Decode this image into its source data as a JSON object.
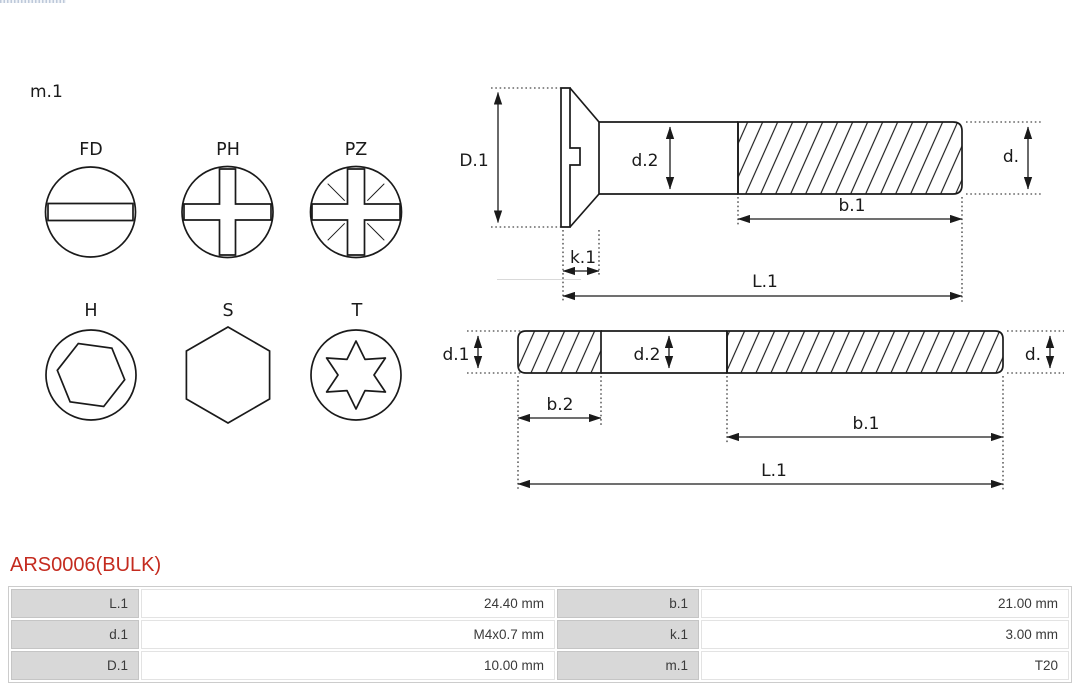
{
  "part_number": "ARS0006(BULK)",
  "m1_label": "m.1",
  "colors": {
    "accent_red": "#c42b1f",
    "table_label_bg": "#d8d8d8",
    "drawing_line": "#1a1a1a"
  },
  "drive_type_icons": [
    {
      "code": "FD",
      "name": "flat-drive-slotted"
    },
    {
      "code": "PH",
      "name": "phillips"
    },
    {
      "code": "PZ",
      "name": "pozidriv"
    },
    {
      "code": "H",
      "name": "hex-socket"
    },
    {
      "code": "S",
      "name": "hex-external"
    },
    {
      "code": "T",
      "name": "torx"
    }
  ],
  "top_diagram": {
    "dims": {
      "D1": "D.1",
      "d2": "d.2",
      "d": "d.",
      "b1": "b.1",
      "k1": "k.1",
      "L1": "L.1"
    }
  },
  "bottom_diagram": {
    "dims": {
      "d1": "d.1",
      "d2": "d.2",
      "d": "d.",
      "b2": "b.2",
      "b1": "b.1",
      "L1": "L.1"
    }
  },
  "spec_table": {
    "rows": [
      {
        "label1": "L.1",
        "value1": "24.40 mm",
        "label2": "b.1",
        "value2": "21.00 mm"
      },
      {
        "label1": "d.1",
        "value1": "M4x0.7 mm",
        "label2": "k.1",
        "value2": "3.00 mm"
      },
      {
        "label1": "D.1",
        "value1": "10.00 mm",
        "label2": "m.1",
        "value2": "T20"
      }
    ]
  }
}
